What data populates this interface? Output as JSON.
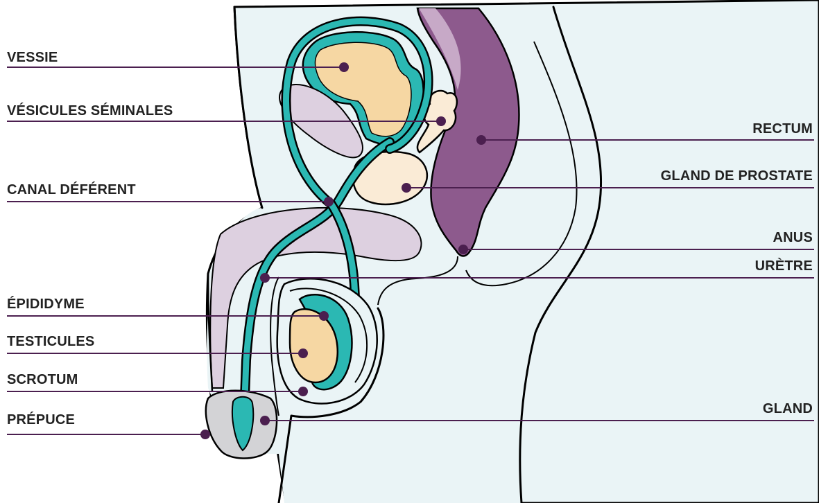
{
  "colors": {
    "body_fill": "#eaf4f6",
    "bladder_fill": "#f6d7a3",
    "duct_teal": "#2bb8b3",
    "rectum_purple": "#8d5a8d",
    "gland_lilac": "#ddd0e0",
    "prostate_cream": "#faebd6",
    "foreskin_grey": "#d3d3d6",
    "leader_line": "#4b1f4f"
  },
  "labels": {
    "vessie": "VESSIE",
    "vesicules_seminales": "VÉSICULES SÉMINALES",
    "canal_deferent": "CANAL DÉFÉRENT",
    "epididyme": "ÉPIDIDYME",
    "testicules": "TESTICULES",
    "scrotum": "SCROTUM",
    "prepuce": "PRÉPUCE",
    "rectum": "RECTUM",
    "gland_de_prostate": "GLAND DE PROSTATE",
    "anus": "ANUS",
    "uretre": "URÈTRE",
    "gland": "GLAND"
  }
}
